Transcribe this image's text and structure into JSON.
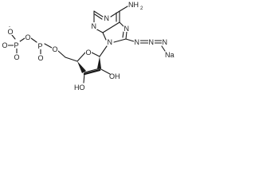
{
  "molecule": {
    "atoms": {
      "oxo_top": "O",
      "o_charge": "-",
      "o_left": "O",
      "p1": "P",
      "o_p1_bottom": "O",
      "o_bridge": "O",
      "p2": "P",
      "o_p2_bottom": "O",
      "o_ester": "O",
      "o_ring": "O",
      "oh_left": "HO",
      "oh_right": "OH",
      "n_adenine_1": "N",
      "n_adenine_3": "N",
      "n_adenine_7": "N",
      "n_adenine_9": "N",
      "nh2": "NH",
      "nh2_sub": "2",
      "n_azide_1": "N",
      "n_azide_2": "N",
      "n_azide_3": "N",
      "na": "Na"
    }
  }
}
